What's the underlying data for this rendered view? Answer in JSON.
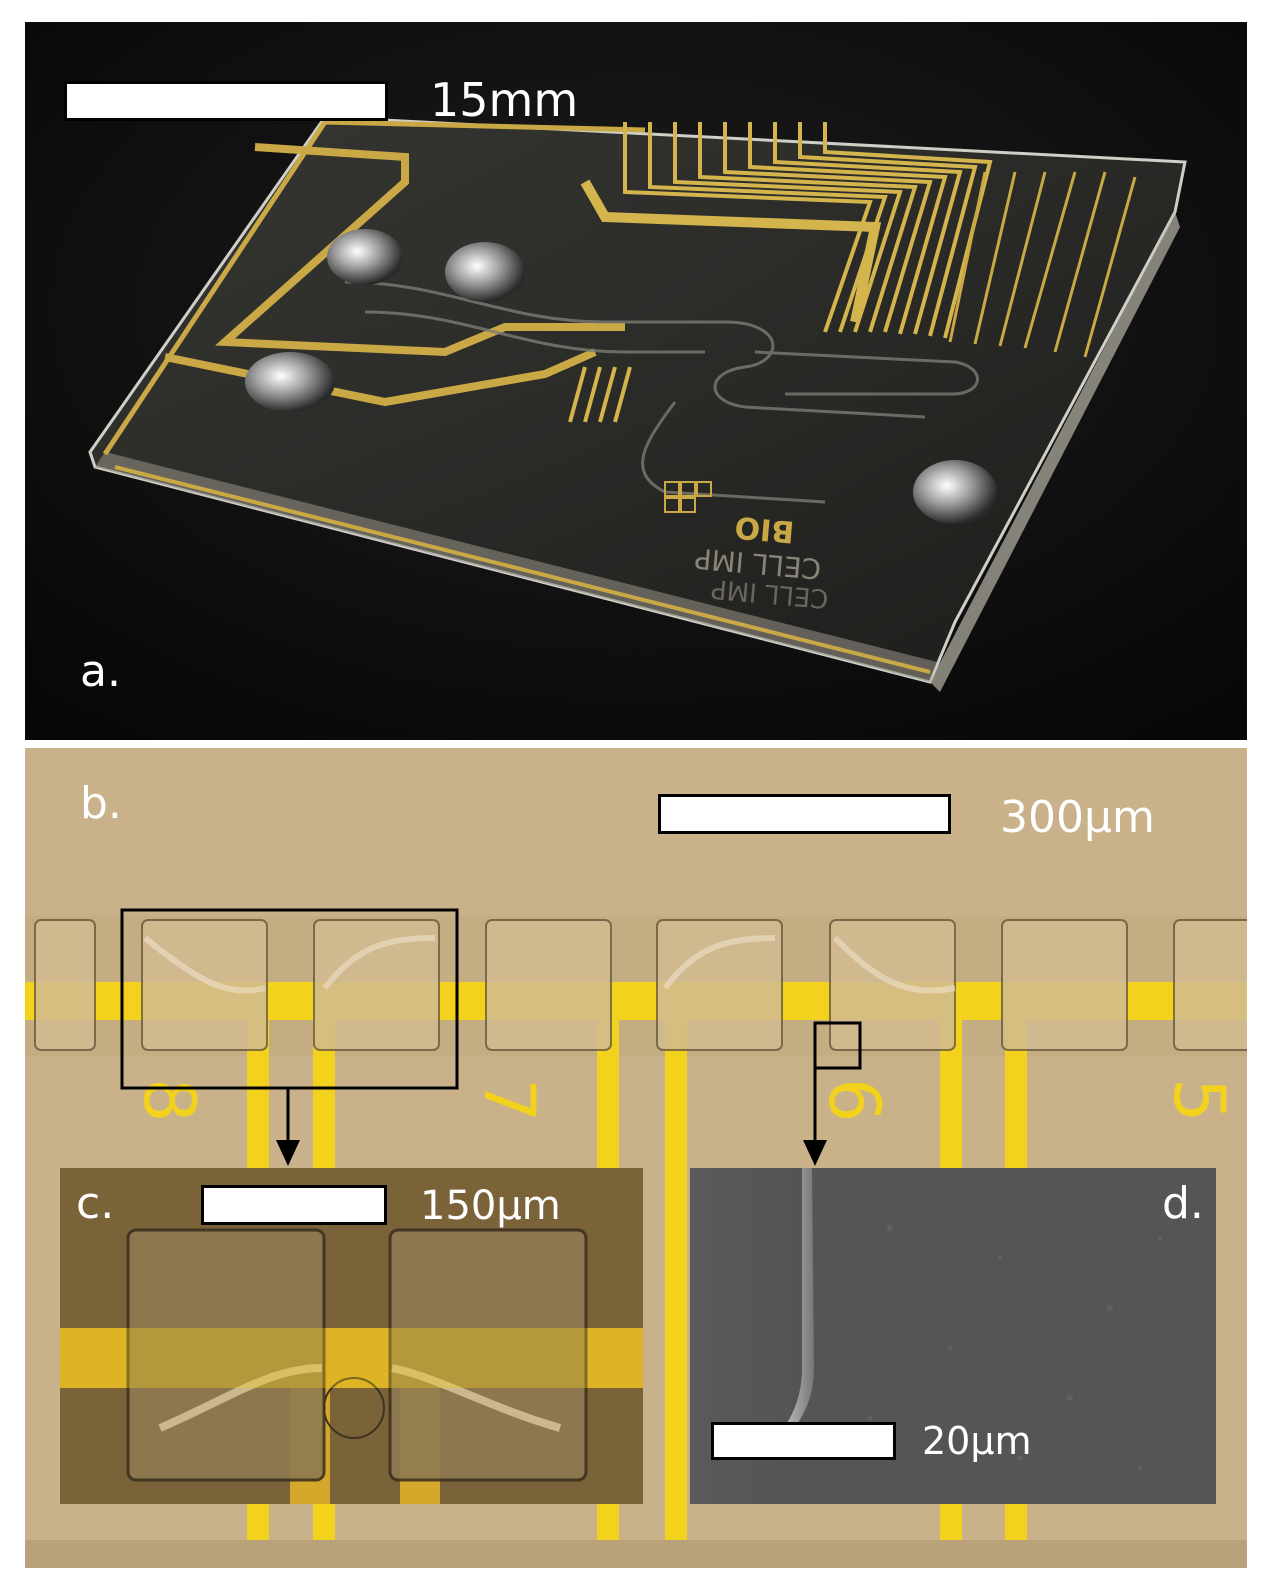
{
  "panels": {
    "a": {
      "label": "a.",
      "scale": "15mm"
    },
    "b": {
      "label": "b.",
      "scale": "300µm",
      "electrode_numbers": [
        "8",
        "7",
        "6",
        "5"
      ]
    },
    "c": {
      "label": "c.",
      "scale": "150µm"
    },
    "d": {
      "label": "d.",
      "scale": "20µm"
    }
  },
  "chip_text": {
    "brand": "BIO",
    "line1": "CELL IMP",
    "line2": "CELL IMP"
  },
  "colors": {
    "gold": "#f2d21c",
    "substrate": "#c9b289",
    "sem_gray": "#4a4a4a",
    "photo_background": "#101010"
  }
}
